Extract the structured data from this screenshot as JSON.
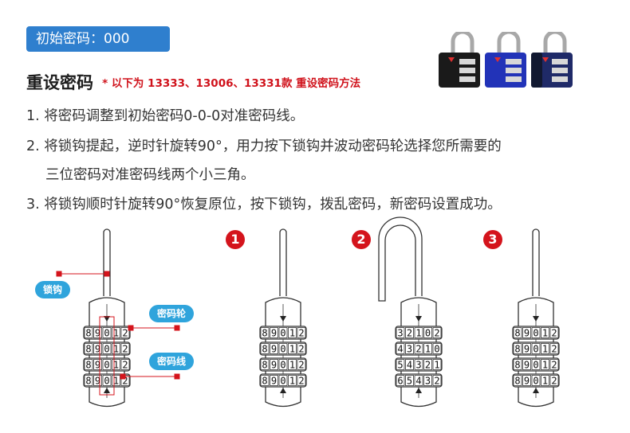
{
  "badge": {
    "text": "初始密码：000"
  },
  "heading": {
    "title": "重设密码",
    "note": "* 以下为 13333、13006、13331款 重设密码方法"
  },
  "steps": [
    "1. 将密码调整到初始密码0-0-0对准密码线。",
    "2. 将锁钩提起，逆时针旋转90°，用力按下锁钩并波动密码轮选择您所需要的",
    "三位密码对准密码线两个小三角。",
    "3. 将锁钩顺时针旋转90°恢复原位，按下锁钩，拨乱密码，新密码设置成功。"
  ],
  "callouts": {
    "shackle": "锁钩",
    "wheel": "密码轮",
    "line": "密码线"
  },
  "stage_numbers": [
    "1",
    "2",
    "3"
  ],
  "wheel_rows": {
    "default": [
      "89012",
      "89012",
      "89012",
      "89012"
    ],
    "stage2": [
      "32102",
      "43210",
      "54321",
      "65432"
    ]
  },
  "colors": {
    "accent_blue": "#2f7fce",
    "callout_blue": "#2fa4dc",
    "red": "#d4141c",
    "lock_photo": [
      "black",
      "blue",
      "navy"
    ]
  }
}
